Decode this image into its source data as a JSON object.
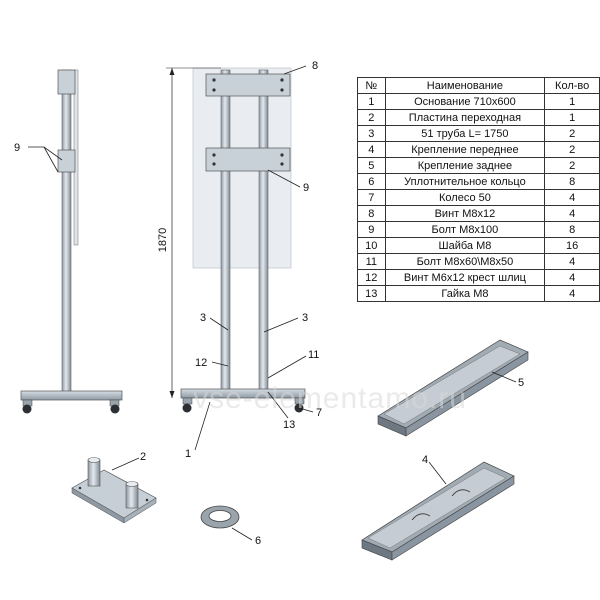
{
  "parts_table": {
    "headers": {
      "num": "№",
      "name": "Наименование",
      "qty": "Кол-во"
    },
    "rows": [
      {
        "num": "1",
        "name": "Основание 710x600",
        "qty": "1"
      },
      {
        "num": "2",
        "name": "Пластина переходная",
        "qty": "1"
      },
      {
        "num": "3",
        "name": "51 труба L= 1750",
        "qty": "2"
      },
      {
        "num": "4",
        "name": "Крепление переднее",
        "qty": "2"
      },
      {
        "num": "5",
        "name": "Крепление заднее",
        "qty": "2"
      },
      {
        "num": "6",
        "name": "Уплотнительное кольцо",
        "qty": "8"
      },
      {
        "num": "7",
        "name": "Колесо 50",
        "qty": "4"
      },
      {
        "num": "8",
        "name": "Винт М8х12",
        "qty": "4"
      },
      {
        "num": "9",
        "name": "Болт М8х100",
        "qty": "8"
      },
      {
        "num": "10",
        "name": "Шайба М8",
        "qty": "16"
      },
      {
        "num": "11",
        "name": "Болт М8х60\\М8х50",
        "qty": "4"
      },
      {
        "num": "12",
        "name": "Винт М6х12 крест шлиц",
        "qty": "4"
      },
      {
        "num": "13",
        "name": "Гайка М8",
        "qty": "4"
      }
    ]
  },
  "drawing": {
    "dimension": "1870",
    "watermark": "vse-elementamo.ru",
    "callouts": {
      "c1": "1",
      "c2": "2",
      "c3a": "3",
      "c3b": "3",
      "c4": "4",
      "c5": "5",
      "c6": "6",
      "c7": "7",
      "c8": "8",
      "c9a": "9",
      "c9b": "9",
      "c11": "11",
      "c12": "12",
      "c13": "13"
    }
  },
  "colors": {
    "metal": "#b9c3cc",
    "metal_dark": "#6f7b86",
    "panel": "#e9edf2",
    "ink": "#111111"
  }
}
